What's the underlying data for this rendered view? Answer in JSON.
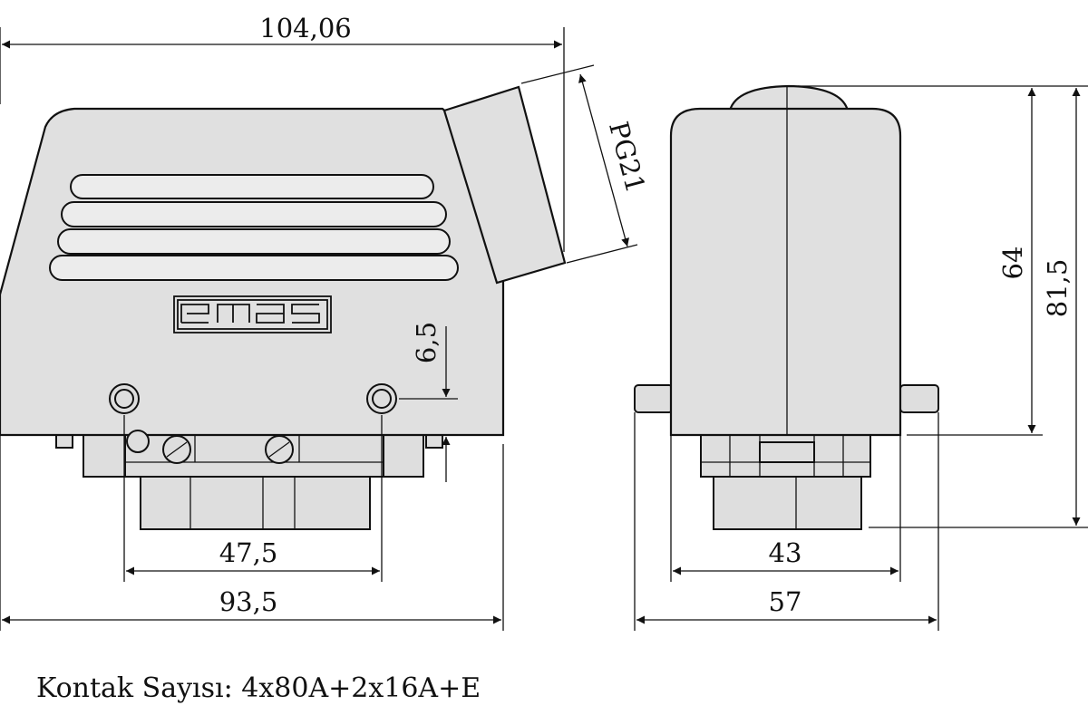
{
  "brand": "emas",
  "dimensions": {
    "total_width": "104,06",
    "cable_gland": "PG21",
    "screw_offset": "6,5",
    "inner_width_front": "47,5",
    "outer_width_front": "93,5",
    "inner_width_side": "43",
    "outer_width_side": "57",
    "body_height": "64",
    "total_height": "81,5"
  },
  "caption": "Kontak Sayısı: 4x80A+2x16A+E"
}
